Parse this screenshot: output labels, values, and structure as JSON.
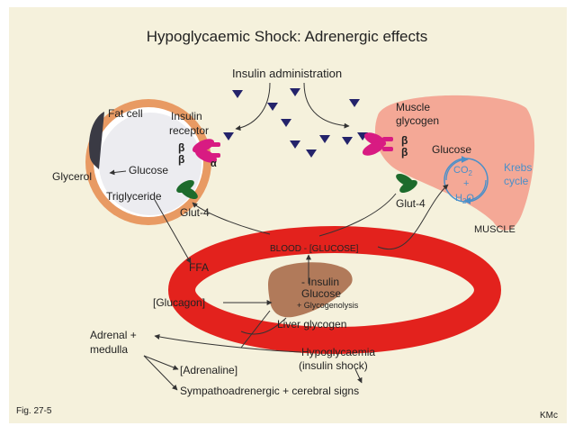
{
  "title": "Hypoglycaemic Shock: Adrenergic effects",
  "labels": {
    "insulin_administration": "Insulin administration",
    "fat_cell": "Fat cell",
    "insulin_receptor_1": "Insulin",
    "insulin_receptor_2": "receptor",
    "beta_1": "β",
    "beta_2": "β",
    "alpha": "α",
    "glycerol": "Glycerol",
    "glucose_fat": "Glucose",
    "triglyceride": "Triglyceride",
    "glut4_fat": "Glut-4",
    "muscle_glycogen_1": "Muscle",
    "muscle_glycogen_2": "glycogen",
    "beta_m1": "β",
    "beta_m2": "β",
    "glucose_muscle": "Glucose",
    "co2": "CO",
    "co2_sub": "2",
    "plus": "+",
    "h2o_h": "H",
    "h2o_sub": "2",
    "h2o_o": "O",
    "krebs_1": "Krebs",
    "krebs_2": "cycle",
    "glut4_muscle": "Glut-4",
    "muscle": "MUSCLE",
    "blood_glucose": "BLOOD - [GLUCOSE]",
    "ffa": "FFA",
    "minus_insulin": "- Insulin",
    "glucose_liver": "Glucose",
    "glycogenolysis": "+ Glycogenolysis",
    "glucagon": "[Glucagon]",
    "liver_glycogen": "Liver glycogen",
    "adrenal_1": "Adrenal +",
    "adrenal_2": "medulla",
    "hypoglycaemia": "Hypoglycaemia",
    "insulin_shock": "(insulin shock)",
    "adrenaline": "[Adrenaline]",
    "sympatho": "Sympathoadrenergic + cerebral signs",
    "fig": "Fig. 27-5",
    "author": "KMc"
  },
  "colors": {
    "background": "#f5f1dc",
    "blood_ring": "#e3221d",
    "fat_cell_ring": "#e89a63",
    "fat_cell_inner": "#ececf0",
    "muscle": "#f4a896",
    "liver": "#b17a5a",
    "receptor": "#d81b82",
    "glut4": "#1d6b2c",
    "triangle": "#24236b",
    "krebs": "#4a8fc9"
  },
  "icons": {
    "insulin_molecule": "triangle-icon",
    "receptor": "receptor-icon",
    "transporter": "glut4-icon"
  }
}
